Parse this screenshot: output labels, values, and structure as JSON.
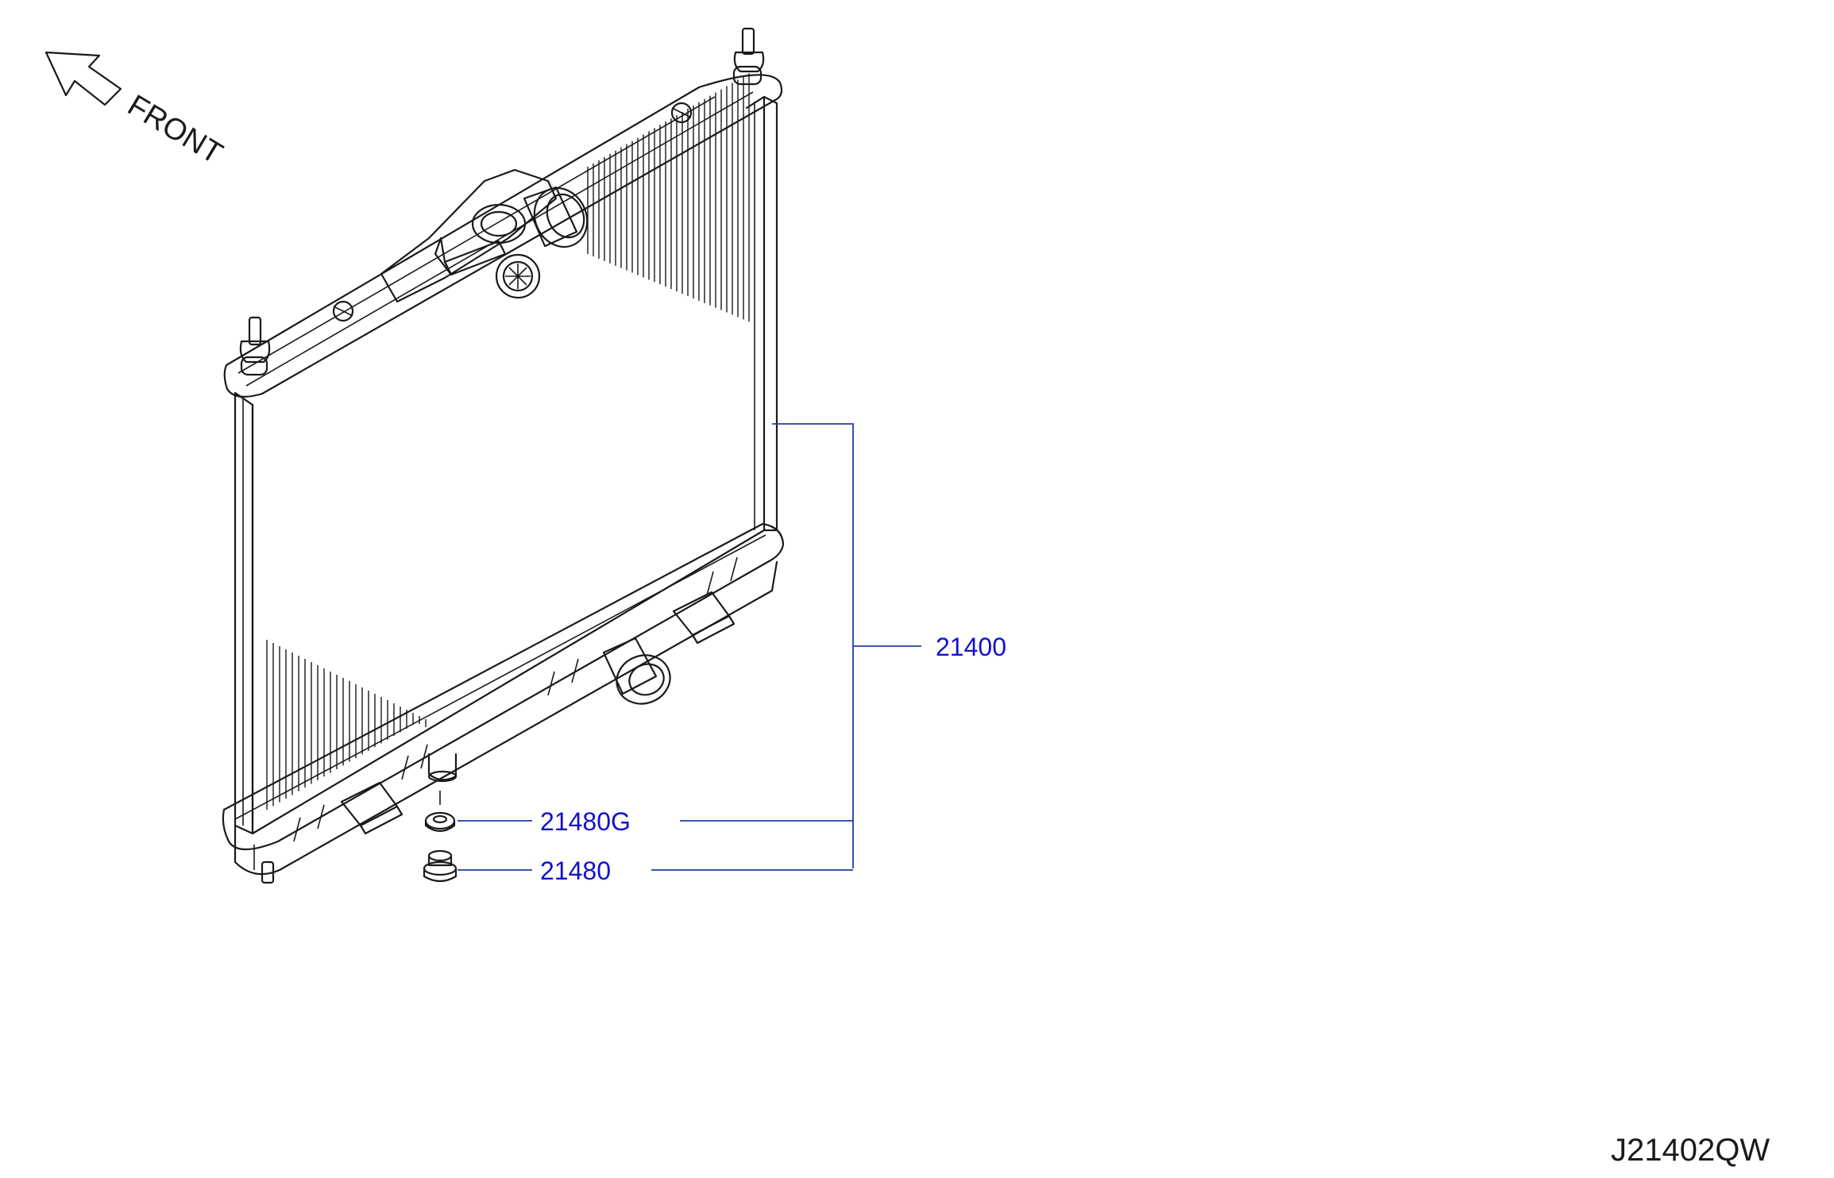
{
  "direction": {
    "label": "FRONT",
    "icon": "front-arrow-icon"
  },
  "callouts": {
    "radiator": "21400",
    "drain_plug_gasket": "21480G",
    "drain_plug": "21480"
  },
  "diagram_code": "J21402QW",
  "colors": {
    "label": "#1111cc",
    "leader": "#1f3fa8",
    "line": "#1a1a1a",
    "background": "#ffffff"
  }
}
